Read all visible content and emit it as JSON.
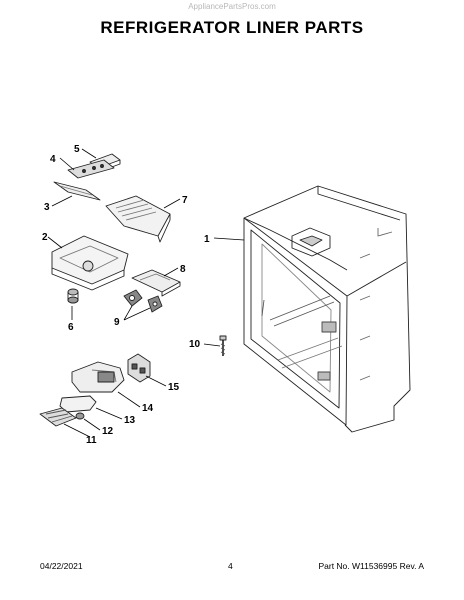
{
  "watermark": "AppliancePartsPros.com",
  "title": "REFRIGERATOR LINER PARTS",
  "callouts": {
    "c1": "1",
    "c2": "2",
    "c3": "3",
    "c4": "4",
    "c5": "5",
    "c6": "6",
    "c7": "7",
    "c8": "8",
    "c9": "9",
    "c10": "10",
    "c11": "11",
    "c12": "12",
    "c13": "13",
    "c14": "14",
    "c15": "15"
  },
  "footer": {
    "date": "04/22/2021",
    "page": "4",
    "part": "Part No. W11536995  Rev. A"
  }
}
